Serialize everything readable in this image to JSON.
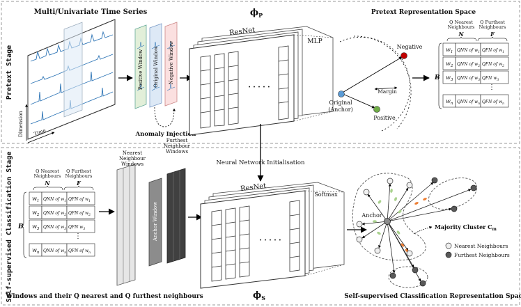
{
  "stages": {
    "pretext": "Pretext Stage",
    "self_supervised": "Self-supervised Classification Stage"
  },
  "top": {
    "ts_title": "Multi/Univariate Time Series",
    "dimension": "Dimension",
    "time": "Time",
    "positive_window": "Positive Window",
    "original_window": "Original Window",
    "negative_window": "Negative Window",
    "anomaly_injection": "Anomaly Injection",
    "phi_p": "ϕ",
    "phi_p_sub": "P",
    "resnet": "ResNet",
    "mlp": "MLP",
    "dots": "· · · · ·",
    "space_title": "Pretext Representation Space",
    "negative": "Negative",
    "margin": "Margin",
    "original": "Original",
    "anchor_paren": "(Anchor)",
    "positive": "Positive"
  },
  "table": {
    "q_nearest": "Q Nearest",
    "q_furthest": "Q Furthest",
    "neighbours": "Neighbours",
    "n": "N",
    "f": "F",
    "b": "B",
    "vdots": "⋮",
    "rows": [
      {
        "w": "w",
        "sub": "1",
        "qnn": "QNN of w",
        "qnn_sub": "1",
        "qfn": "QFN of w",
        "qfn_sub": "1"
      },
      {
        "w": "w",
        "sub": "2",
        "qnn": "QNN of w",
        "qnn_sub": "2",
        "qfn": "QFN of w",
        "qfn_sub": "2"
      },
      {
        "w": "w",
        "sub": "3",
        "qnn": "QNN of w",
        "qnn_sub": "3",
        "qfn": "QFN w",
        "qfn_sub": "3"
      },
      {
        "w": "w",
        "sub": "n",
        "qnn": "QNN of w",
        "qnn_sub": "n",
        "qfn": "QFN of w",
        "qfn_sub": "n"
      }
    ]
  },
  "bottom": {
    "nn_init": "Neural Network Initialisation",
    "nearest_windows_1": "Nearest",
    "nearest_windows_2": "Neighbour",
    "nearest_windows_3": "Windows",
    "furthest_windows_1": "Furthest",
    "furthest_windows_2": "Neighbour",
    "furthest_windows_3": "Windows",
    "anchor_window": "Anchor Window",
    "resnet": "ResNet",
    "softmax": "Softmax",
    "caption": "Windows and their Q nearest and Q furthest neighbours",
    "phi_s": "ϕ",
    "phi_s_sub": "S",
    "space_title": "Self-supervised Classification Representation Space",
    "anchor": "Anchor",
    "majority": "Majority Cluster C",
    "majority_sub": "m",
    "legend_nearest": "Nearest Neighbours",
    "legend_furthest": "Furthest Neighbours"
  },
  "colors": {
    "anchor_blue": "#5b9bd5",
    "negative_red": "#c00000",
    "positive_green": "#70ad47",
    "window_green": "#e2efd9",
    "window_blue": "#dde9f6",
    "window_red": "#fbe0e0",
    "series_blue": "#2e75b6",
    "orange_mark": "#ed7d31",
    "green_mark": "#a9d18e",
    "nearest_fill": "#f0f0f0",
    "furthest_fill": "#595959"
  }
}
